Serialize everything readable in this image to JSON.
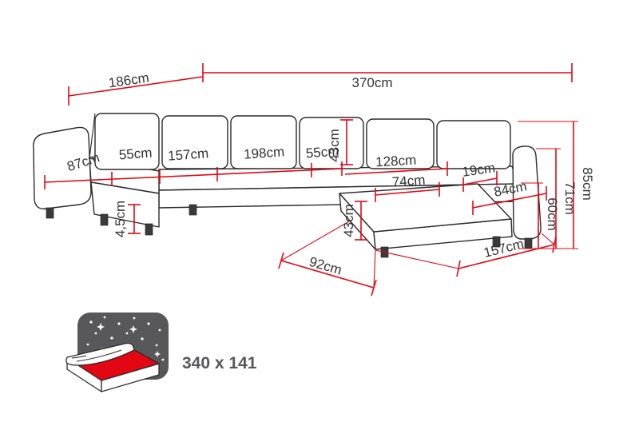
{
  "colors": {
    "dimension_red": "#e30613",
    "outline_black": "#2b2b2b",
    "label_gray": "#333333",
    "icon_gray": "#58585a"
  },
  "diagram": {
    "overall": {
      "depth_left": "186cm",
      "width_total": "370cm"
    },
    "seat_line": {
      "arm_left": "87cm",
      "seg1": "55cm",
      "seg2": "157cm",
      "seg3": "198cm",
      "seg4": "55cm"
    },
    "backrest_cushion_height": "43cm",
    "chaise": {
      "width_back": "128cm",
      "width_inner": "74cm",
      "armrest_right": "19cm",
      "side_right": "84cm",
      "height": "43cm"
    },
    "legs_height": "4,5cm",
    "heights": {
      "seat": "60cm",
      "armrest": "71cm",
      "total": "85cm"
    },
    "footprint": {
      "chaise_width": "92cm",
      "front_right": "157cm"
    },
    "sleeping_area": {
      "size": "340 x 141"
    }
  }
}
